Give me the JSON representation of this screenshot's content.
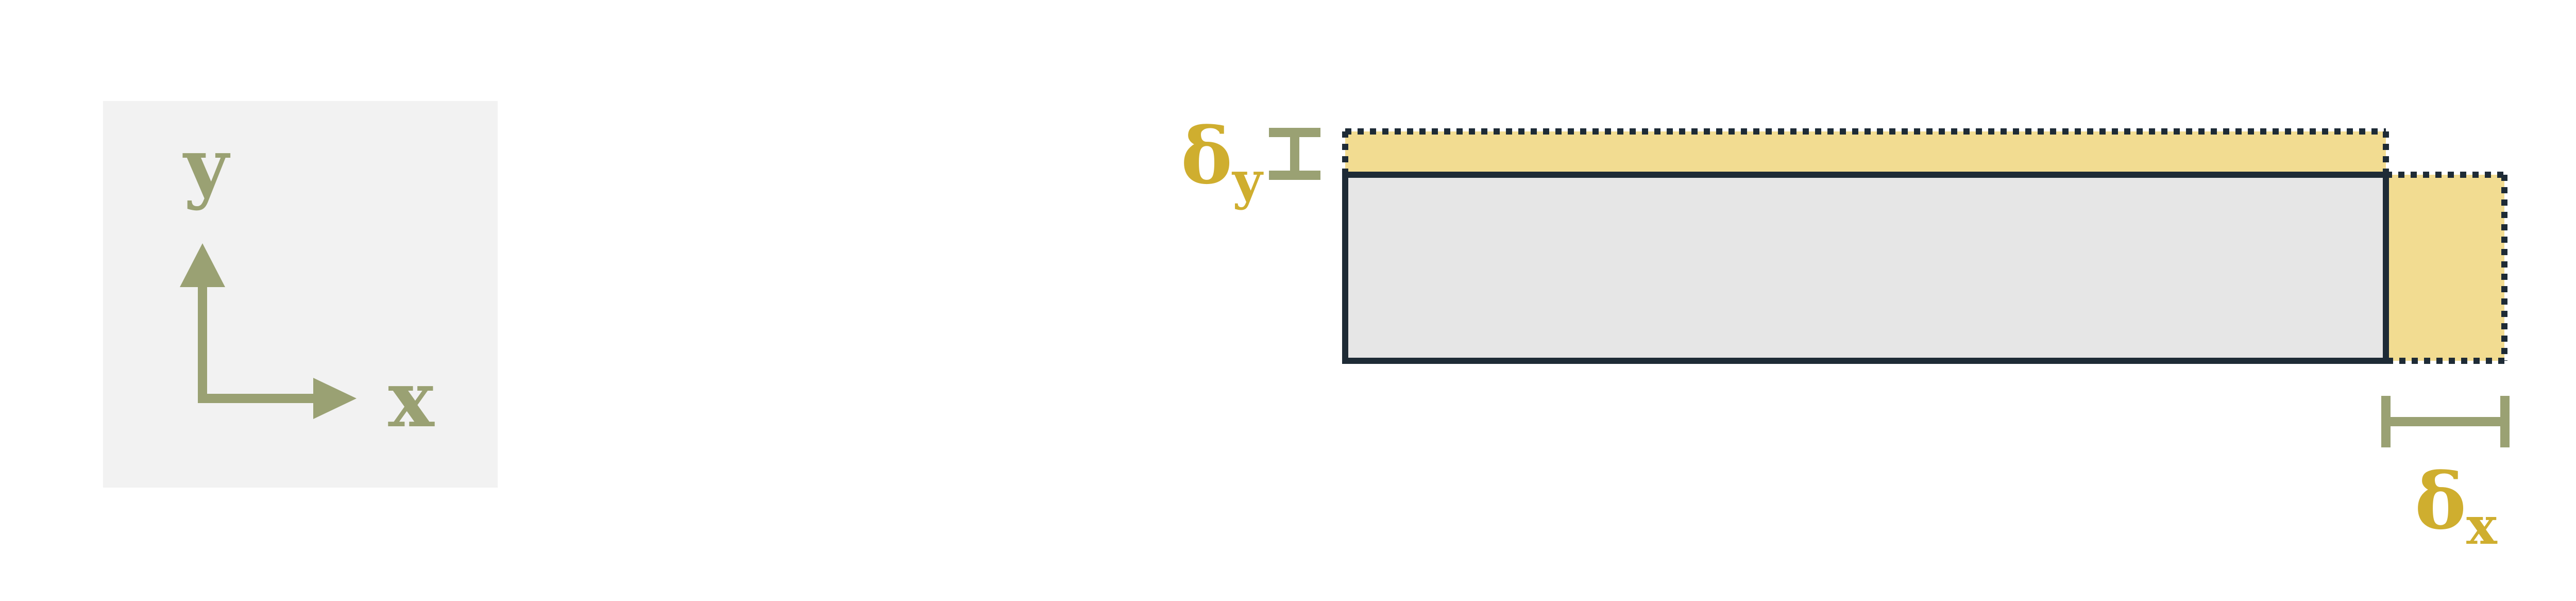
{
  "coordinate_key": {
    "x_label": "x",
    "y_label": "y"
  },
  "deformation": {
    "delta_y": {
      "symbol": "δ",
      "subscript": "y"
    },
    "delta_x": {
      "symbol": "δ",
      "subscript": "x"
    }
  },
  "colors": {
    "axis_green": "#9aa173",
    "delta_gold": "#cfae2f",
    "strain_fill": "#f2dc91",
    "body_fill": "#e6e6e6",
    "body_stroke": "#1e2b36",
    "key_panel_bg": "#f2f2f2"
  }
}
